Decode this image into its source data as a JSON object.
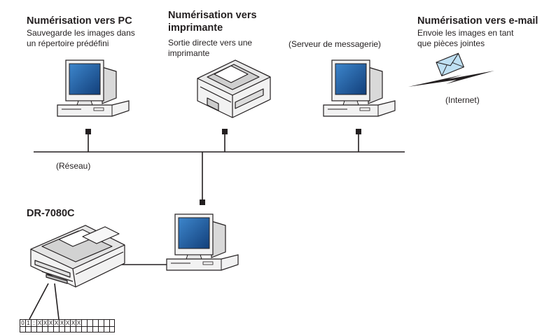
{
  "labels": {
    "pc_title": "Numérisation vers PC",
    "pc_desc": "Sauvegarde les images dans un répertoire prédéfini",
    "printer_title": "Numérisation vers imprimante",
    "printer_desc": "Sortie directe vers une imprimante",
    "mailserver": "(Serveur de messagerie)",
    "email_title": "Numérisation vers e-mail",
    "email_desc": "Envoie les images en tant que pièces jointes",
    "internet": "(Internet)",
    "network": "(Réseau)",
    "scanner_model": "DR-7080C"
  },
  "lcd": {
    "row1": [
      "0",
      "1",
      ":",
      "X",
      "X",
      "X",
      "X",
      "X",
      "X",
      "X",
      "X",
      "",
      "",
      "",
      "",
      "",
      ""
    ],
    "row2": [
      "",
      "",
      "",
      "",
      "",
      "",
      "",
      "",
      "",
      "",
      "",
      "",
      "",
      "",
      "",
      "",
      ""
    ]
  },
  "colors": {
    "screen": "#1d5fa8",
    "device_fill": "#f2f2f2",
    "line": "#231f20",
    "envelope": "#bfe0f3"
  }
}
